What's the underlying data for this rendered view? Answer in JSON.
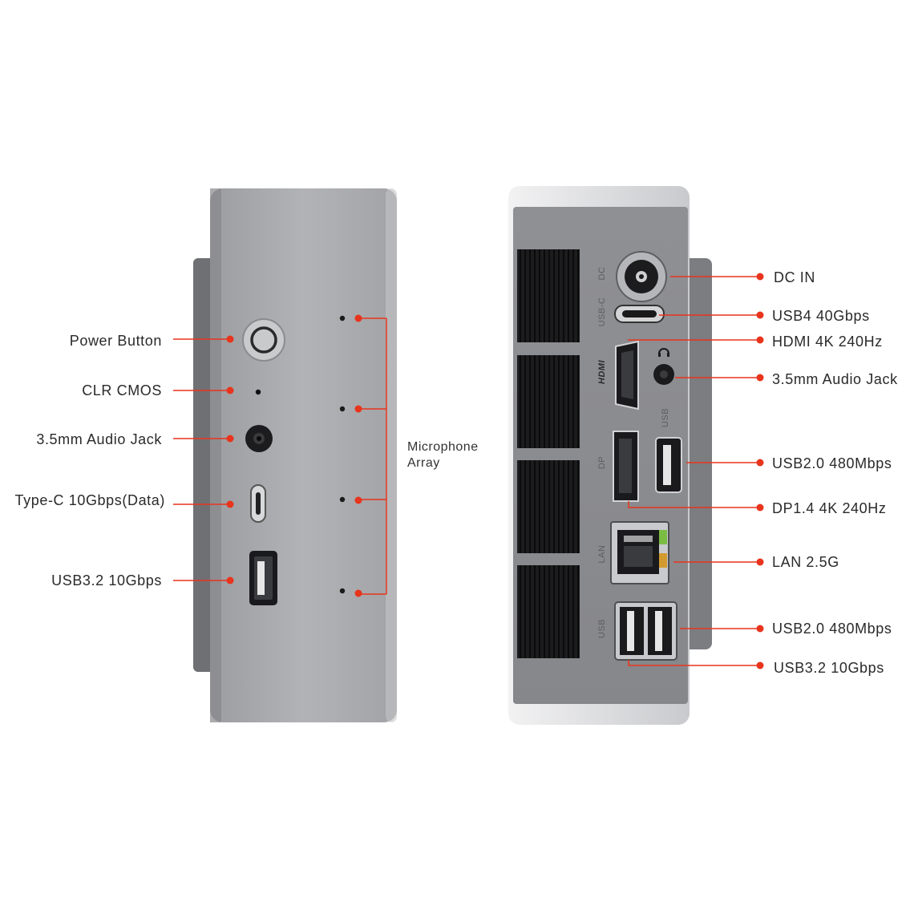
{
  "colors": {
    "accent": "#e8341c",
    "chassis_silver": "#a7a8ab",
    "panel_gray": "#8b8c90",
    "text": "#2a2a2a"
  },
  "front_view": {
    "labels": {
      "power_button": "Power Button",
      "clr_cmos": "CLR CMOS",
      "audio_jack": "3.5mm Audio Jack",
      "type_c": "Type-C 10Gbps(Data)",
      "usb32": "USB3.2 10Gbps"
    },
    "microphone_label_line1": "Microphone",
    "microphone_label_line2": "Array",
    "microphone_count": 4
  },
  "rear_view": {
    "labels": {
      "dc_in": "DC IN",
      "usb4": "USB4 40Gbps",
      "hdmi": "HDMI 4K 240Hz",
      "audio_jack": "3.5mm Audio Jack",
      "usb20_top": "USB2.0 480Mbps",
      "dp": "DP1.4 4K 240Hz",
      "lan": "LAN 2.5G",
      "usb20_bottom": "USB2.0 480Mbps",
      "usb32": "USB3.2 10Gbps"
    },
    "port_markings": {
      "dc": "DC",
      "usbc": "USB-C",
      "hdmi": "HDMI",
      "usb": "USB",
      "dp": "DP",
      "lan": "LAN",
      "usb_bottom": "USB"
    },
    "vent_count": 4
  }
}
